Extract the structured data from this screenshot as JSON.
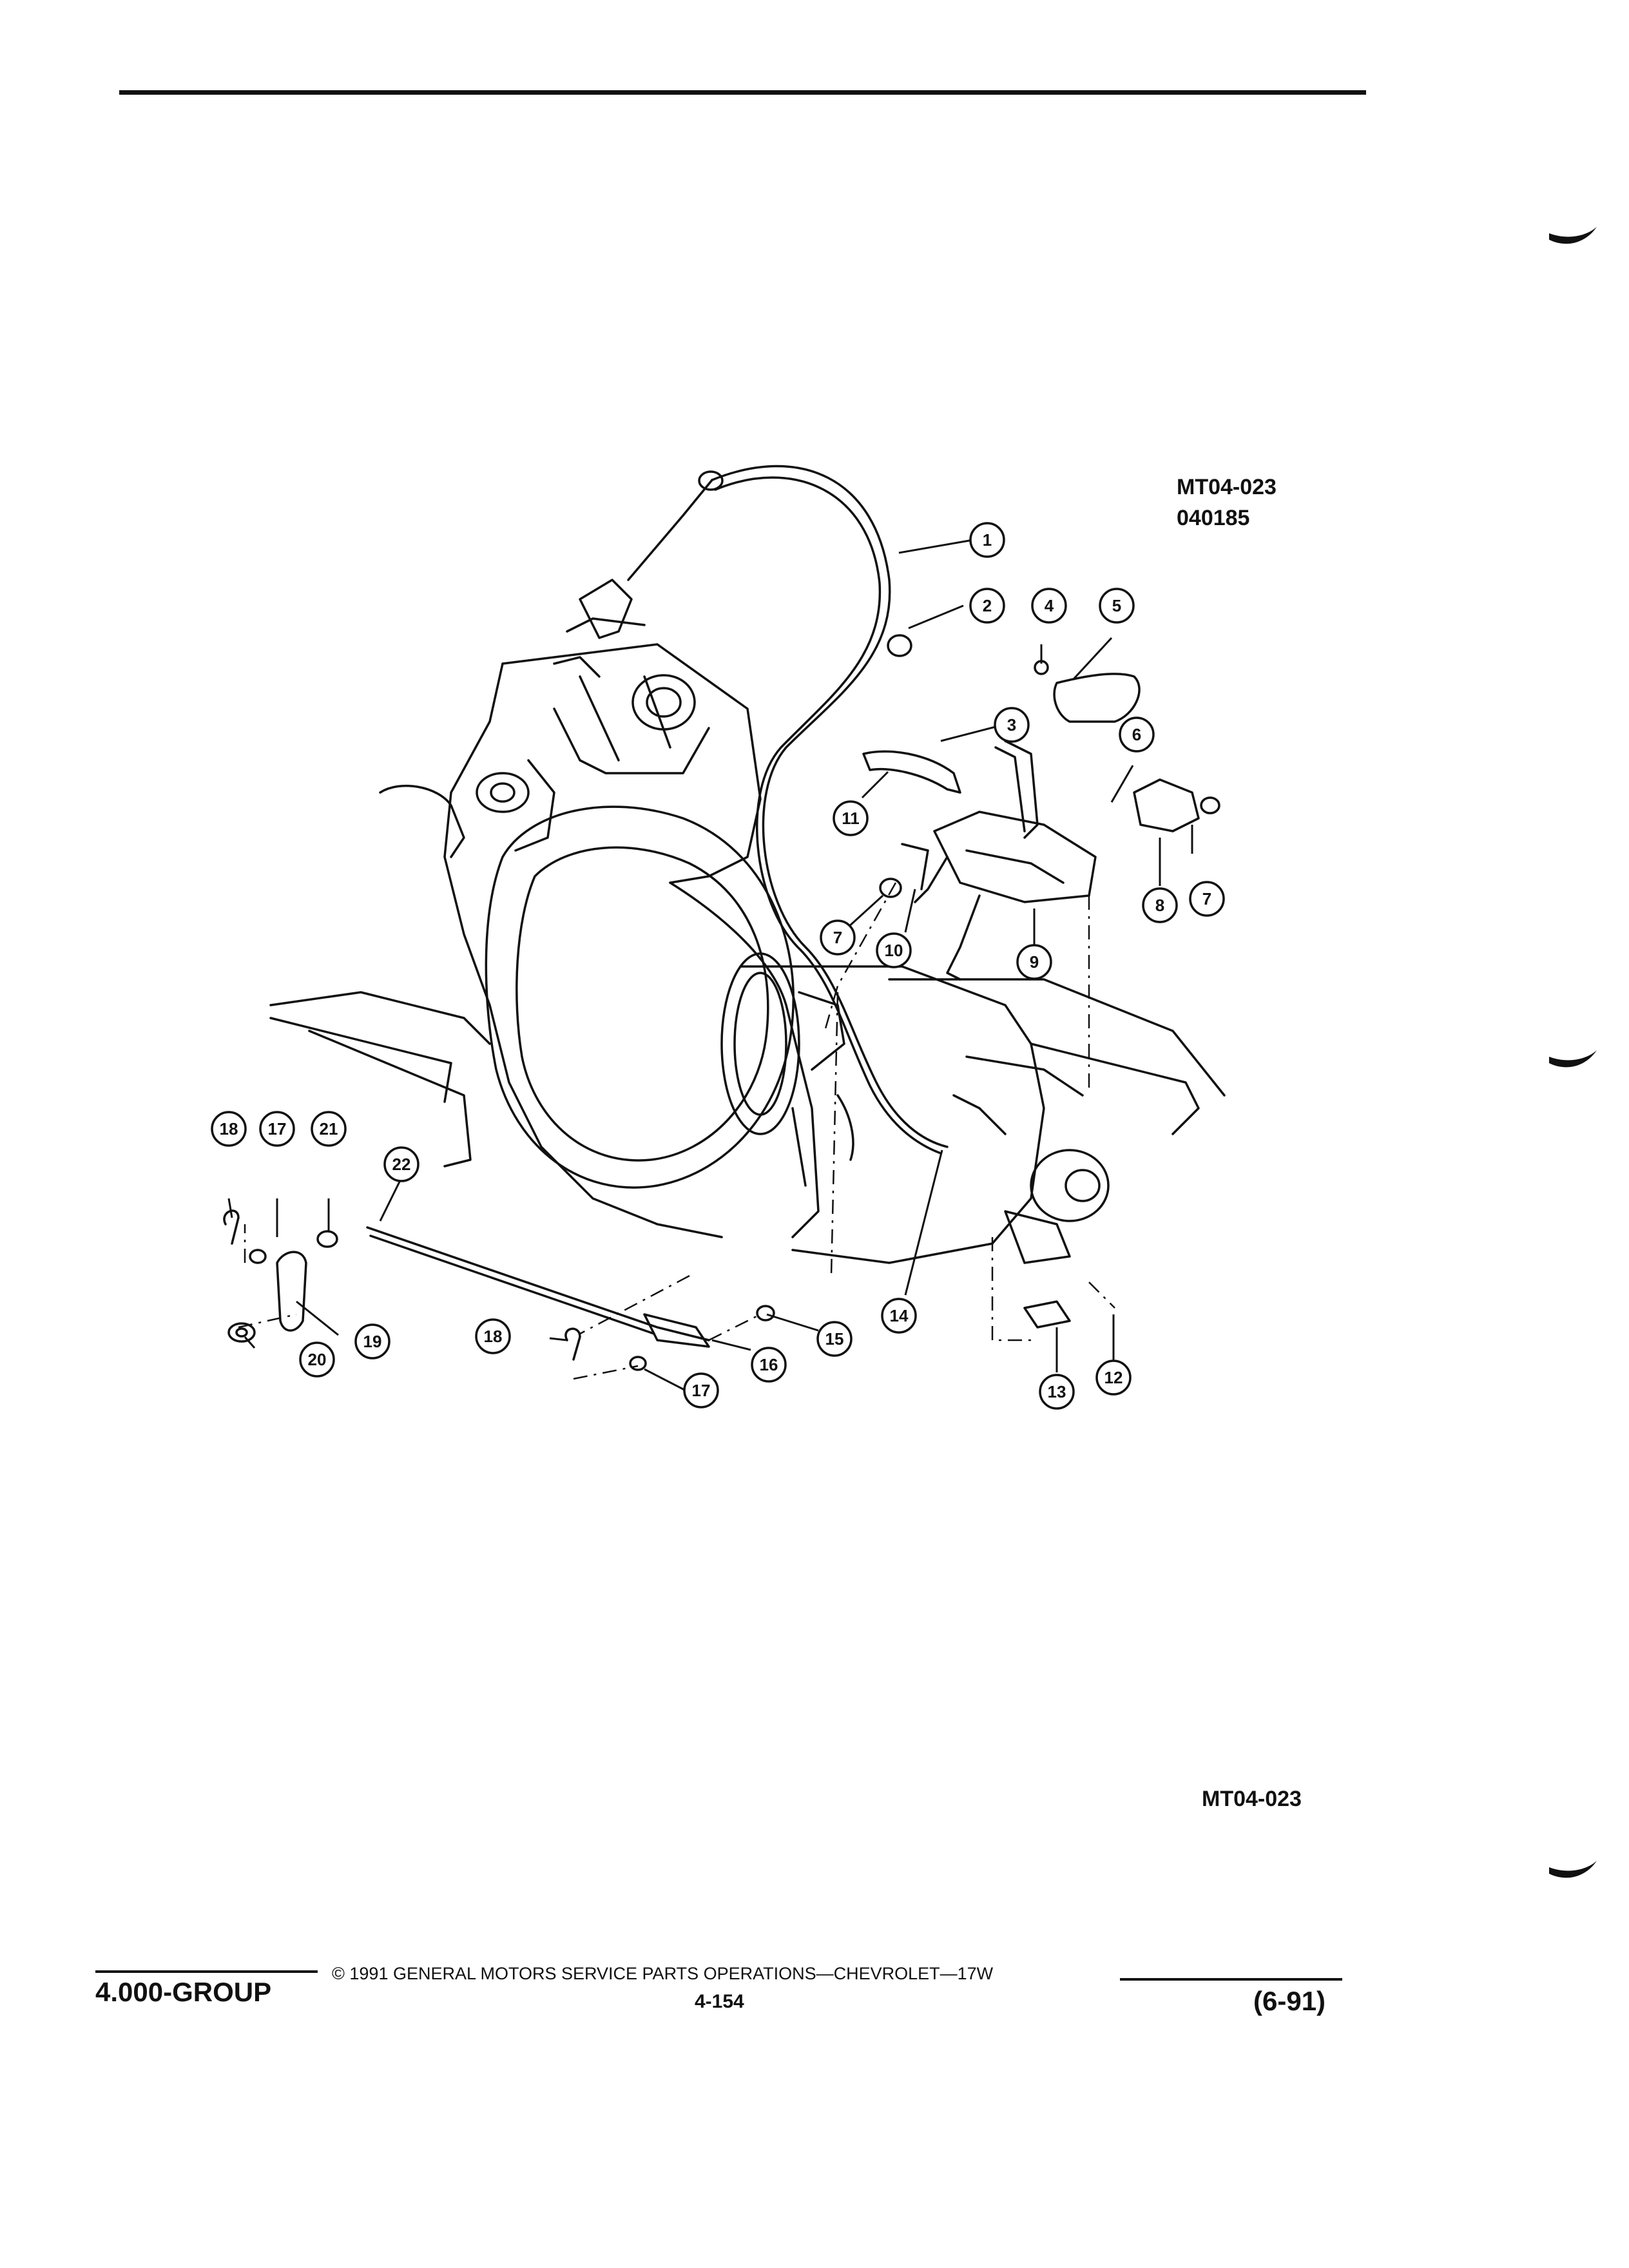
{
  "header": {
    "figure_id": "MT04-023",
    "figure_code": "040185"
  },
  "diagram": {
    "callouts": [
      "1",
      "2",
      "3",
      "4",
      "5",
      "6",
      "7",
      "7",
      "8",
      "9",
      "10",
      "11",
      "12",
      "13",
      "14",
      "15",
      "16",
      "17",
      "17",
      "18",
      "18",
      "19",
      "20",
      "21",
      "22"
    ]
  },
  "figure_caption": "MT04-023",
  "footer": {
    "group": "4.000-GROUP",
    "copyright": "© 1991 GENERAL MOTORS SERVICE PARTS OPERATIONS—CHEVROLET—17W",
    "page": "4-154",
    "date": "(6-91)"
  }
}
